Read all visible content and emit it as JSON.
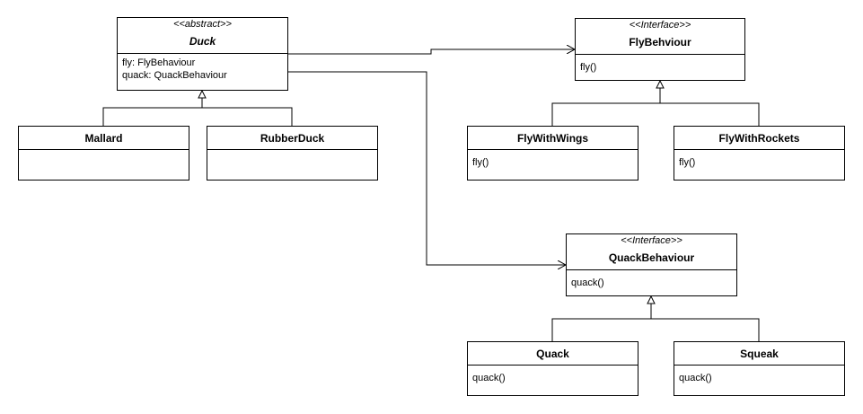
{
  "classes": {
    "duck": {
      "stereotype": "<<abstract>>",
      "name": "Duck",
      "attributes": [
        "fly: FlyBehaviour",
        "quack: QuackBehaviour"
      ]
    },
    "mallard": {
      "name": "Mallard"
    },
    "rubberduck": {
      "name": "RubberDuck"
    },
    "flybehaviour": {
      "stereotype": "<<Interface>>",
      "name": "FlyBehviour",
      "methods": [
        "fly()"
      ]
    },
    "flywithwings": {
      "name": "FlyWithWings",
      "methods": [
        "fly()"
      ]
    },
    "flywithrockets": {
      "name": "FlyWithRockets",
      "methods": [
        "fly()"
      ]
    },
    "quackbehaviour": {
      "stereotype": "<<Interface>>",
      "name": "QuackBehaviour",
      "methods": [
        "quack()"
      ]
    },
    "quack": {
      "name": "Quack",
      "methods": [
        "quack()"
      ]
    },
    "squeak": {
      "name": "Squeak",
      "methods": [
        "quack()"
      ]
    }
  },
  "relations": [
    {
      "type": "generalization",
      "from": [
        "Mallard",
        "RubberDuck"
      ],
      "to": "Duck"
    },
    {
      "type": "generalization",
      "from": [
        "FlyWithWings",
        "FlyWithRockets"
      ],
      "to": "FlyBehviour"
    },
    {
      "type": "generalization",
      "from": [
        "Quack",
        "Squeak"
      ],
      "to": "QuackBehaviour"
    },
    {
      "type": "association",
      "from": "Duck",
      "to": "FlyBehviour"
    },
    {
      "type": "association",
      "from": "Duck",
      "to": "QuackBehaviour"
    }
  ]
}
